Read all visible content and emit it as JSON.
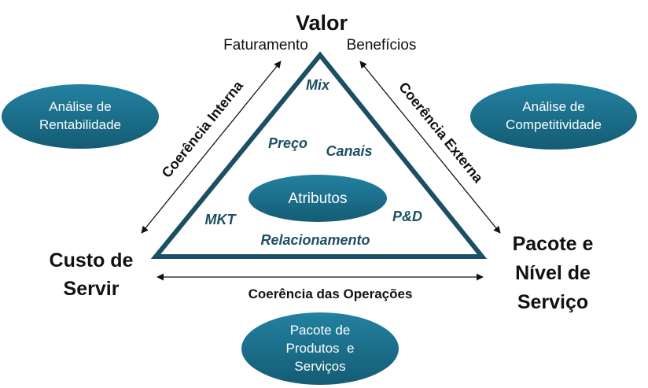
{
  "vertices": {
    "top": {
      "title": "Valor",
      "left_label": "Faturamento",
      "right_label": "Benefícios"
    },
    "bottom_left": {
      "line1": "Custo de",
      "line2": "Servir"
    },
    "bottom_right": {
      "line1": "Pacote e",
      "line2": "Nível de",
      "line3": "Serviço"
    }
  },
  "edges": {
    "left": "Coerência Interna",
    "right": "Coerência Externa",
    "bottom": "Coerência das Operações"
  },
  "inside": {
    "mix": "Mix",
    "preco": "Preço",
    "canais": "Canais",
    "mkt": "MKT",
    "pd": "P&D",
    "relacionamento": "Relacionamento",
    "center": "Atributos"
  },
  "bubbles": {
    "left": {
      "line1": "Análise de",
      "line2": "Rentabilidade"
    },
    "right": {
      "line1": "Análise de",
      "line2": "Competitividade"
    },
    "bottom": {
      "line1": "Pacote de",
      "line2": "Produtos  e",
      "line3": "Serviços"
    }
  },
  "colors": {
    "teal": "#1a6b87",
    "triangle_stroke": "#1c4f63",
    "text_blue": "#1c4f63",
    "text_black": "#111111"
  }
}
